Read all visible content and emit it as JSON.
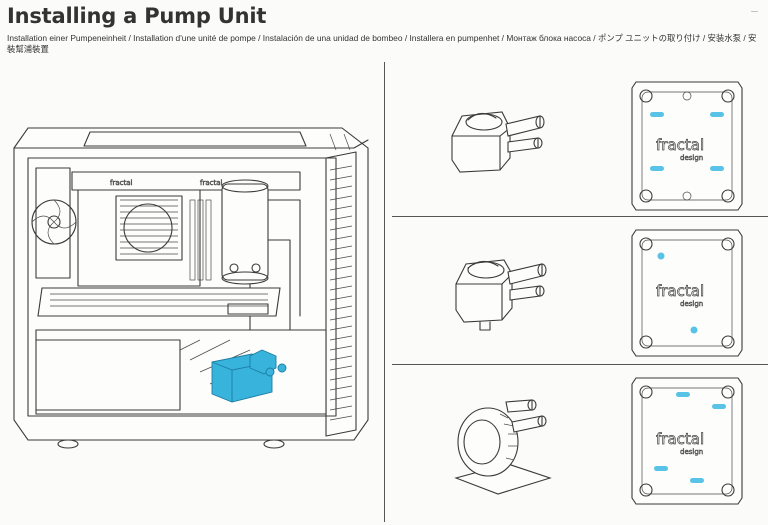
{
  "header": {
    "title": "Installing a Pump Unit",
    "subtitle": "Installation einer Pumpeneinheit / Installation d'une unité de pompe / Instalación de una unidad de bombeo / Installera en pumpenhet / Монтаж блока насоса / ポンプ ユニットの取り付け / 安装水泵 / 安裝幫浦裝置",
    "page_marker": "—"
  },
  "illustrations": {
    "case_logo_top": "fractal",
    "case_logo_second": "fractal",
    "highlight_color": "#37b3dc",
    "brackets": [
      {
        "logo": "fractal",
        "sub": "design"
      },
      {
        "logo": "fractal",
        "sub": "design"
      },
      {
        "logo": "fractal",
        "sub": "design"
      }
    ]
  }
}
